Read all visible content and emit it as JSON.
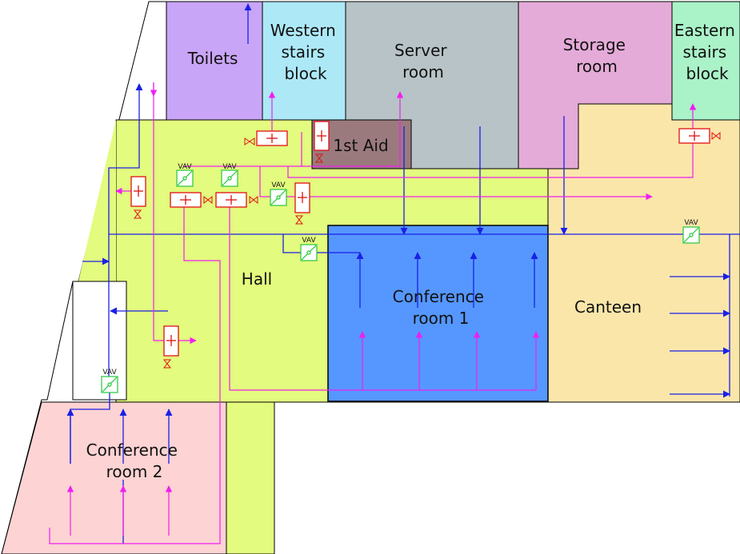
{
  "rooms": {
    "toilets": {
      "lines": [
        "Toilets"
      ],
      "color": "#c9a5f7"
    },
    "western_stairs": {
      "lines": [
        "Western",
        "stairs",
        "block"
      ],
      "color": "#ade8f7"
    },
    "server": {
      "lines": [
        "Server",
        "room"
      ],
      "color": "#b7c3c6"
    },
    "storage": {
      "lines": [
        "Storage",
        "room"
      ],
      "color": "#e5abd8"
    },
    "eastern_stairs": {
      "lines": [
        "Eastern",
        "stairs",
        "block"
      ],
      "color": "#aaf2c8"
    },
    "first_aid": {
      "lines": [
        "1st Aid"
      ],
      "color": "#9b7a7d"
    },
    "hall": {
      "lines": [
        "Hall"
      ],
      "color": "#e3fb7e"
    },
    "conference1": {
      "lines": [
        "Conference",
        "room 1"
      ],
      "color": "#5597ff"
    },
    "canteen": {
      "lines": [
        "Canteen"
      ],
      "color": "#fbe6aa"
    },
    "conference2": {
      "lines": [
        "Conference",
        "room 2"
      ],
      "color": "#fdd3d3"
    }
  },
  "vav_label": "VAV",
  "colors": {
    "supply": "#f01ff0",
    "exhaust": "#1a20e6",
    "heater": "#e01010",
    "vav": "#22c83a",
    "outline": "#000000"
  }
}
